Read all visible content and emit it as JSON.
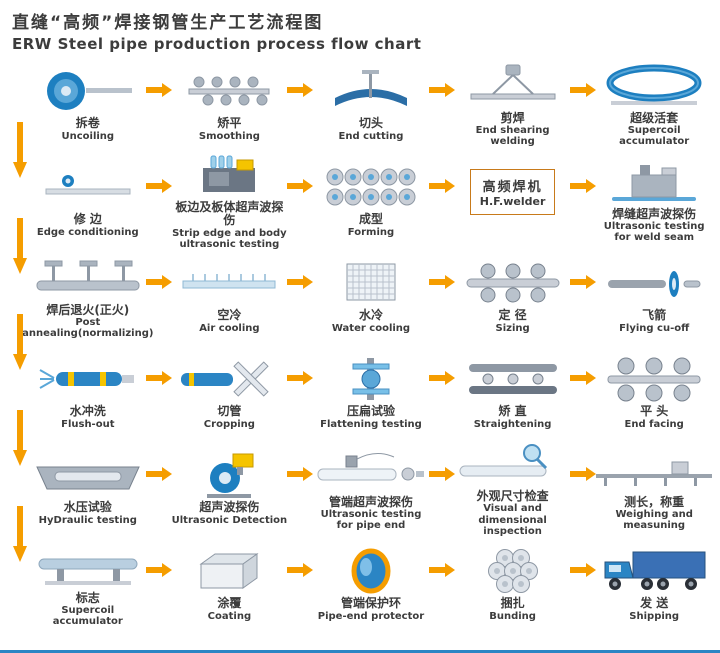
{
  "title": {
    "zh": "直缝“高频”焊接钢管生产工艺流程图",
    "en": "ERW Steel pipe production process flow chart"
  },
  "colors": {
    "arrow": "#f59d00",
    "machine_blue": "#1d7fc0",
    "bottom_line": "#2b85c4",
    "text": "#3c3c3c"
  },
  "rows": [
    {
      "steps": [
        {
          "zh": "拆卷",
          "en": "Uncoiling",
          "icon": "coil-icon"
        },
        {
          "zh": "矫平",
          "en": "Smoothing",
          "icon": "leveler-icon"
        },
        {
          "zh": "切头",
          "en": "End cutting",
          "icon": "cutter-icon"
        },
        {
          "zh": "剪焊",
          "en": "End shearing welding",
          "icon": "shear-welder-icon"
        },
        {
          "zh": "超级活套",
          "en": "Supercoil accumulator",
          "icon": "accumulator-icon"
        }
      ]
    },
    {
      "steps": [
        {
          "zh": "修 边",
          "en": "Edge conditioning",
          "icon": "edge-mill-icon"
        },
        {
          "zh": "板边及板体超声波探伤",
          "en": "Strip edge and body ultrasonic testing",
          "icon": "ut-machine-icon"
        },
        {
          "zh": "成型",
          "en": "Forming",
          "icon": "forming-rolls-icon"
        },
        {
          "zh": "高频焊机",
          "en": "H.F.welder",
          "icon": "hf-welder-icon",
          "boxed": true
        },
        {
          "zh": "焊缝超声波探伤",
          "en": "Ultrasonic testing for weld seam",
          "icon": "weld-ut-icon"
        }
      ]
    },
    {
      "steps": [
        {
          "zh": "焊后退火(正火)",
          "en": "Post annealing(normalizing)",
          "icon": "annealing-icon"
        },
        {
          "zh": "空冷",
          "en": "Air cooling",
          "icon": "air-cooling-icon"
        },
        {
          "zh": "水冷",
          "en": "Water cooling",
          "icon": "water-cooling-icon"
        },
        {
          "zh": "定 径",
          "en": "Sizing",
          "icon": "sizing-icon"
        },
        {
          "zh": "飞箭",
          "en": "Flying cu-off",
          "icon": "flying-cutoff-icon"
        }
      ]
    },
    {
      "steps": [
        {
          "zh": "水冲洗",
          "en": "Flush-out",
          "icon": "flush-out-icon"
        },
        {
          "zh": "切管",
          "en": "Cropping",
          "icon": "cropping-icon"
        },
        {
          "zh": "压扁试验",
          "en": "Flattening testing",
          "icon": "flattening-icon"
        },
        {
          "zh": "矫 直",
          "en": "Straightening",
          "icon": "straightening-icon"
        },
        {
          "zh": "平 头",
          "en": "End facing",
          "icon": "end-facing-icon"
        }
      ]
    },
    {
      "steps": [
        {
          "zh": "水压试验",
          "en": "HyDraulic testing",
          "icon": "hydraulic-icon"
        },
        {
          "zh": "超声波探伤",
          "en": "Ultrasonic Detection",
          "icon": "ut-detection-icon"
        },
        {
          "zh": "管端超声波探伤",
          "en": "Ultrasonic testing for pipe end",
          "icon": "pipe-end-ut-icon"
        },
        {
          "zh": "外观尺寸检查",
          "en": "Visual and dimensional inspection",
          "icon": "visual-inspection-icon"
        },
        {
          "zh": "测长，称重",
          "en": "Weighing and measuning",
          "icon": "measuring-icon"
        }
      ]
    },
    {
      "steps": [
        {
          "zh": "标志",
          "en": "Supercoil accumulator",
          "icon": "marking-icon"
        },
        {
          "zh": "涂覆",
          "en": "Coating",
          "icon": "coating-icon"
        },
        {
          "zh": "管端保护环",
          "en": "Pipe-end protector",
          "icon": "protector-icon"
        },
        {
          "zh": "捆扎",
          "en": "Bunding",
          "icon": "bundling-icon"
        },
        {
          "zh": "发 送",
          "en": "Shipping",
          "icon": "truck-icon"
        }
      ]
    }
  ]
}
